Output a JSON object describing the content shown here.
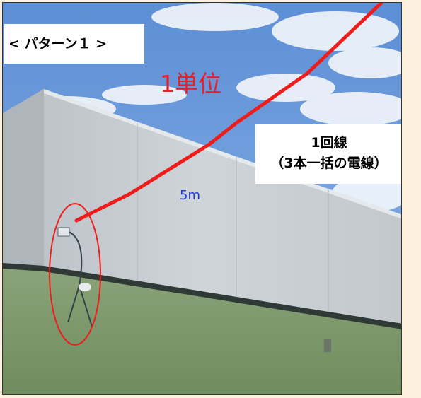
{
  "pattern_label": "< パターン１ >",
  "unit_label": "1単位",
  "circuit": {
    "line1": "1回線",
    "line2": "（3本一括の電線）"
  },
  "length_label": "5m",
  "colors": {
    "page_background": "#fdf1de",
    "cable": "#e8202a",
    "unit_text": "#e8202a",
    "length_text": "#1a35d4",
    "sky": "#6e9bd8",
    "wall": "#c8cdd2",
    "roof_band": "#7f9a6c"
  }
}
